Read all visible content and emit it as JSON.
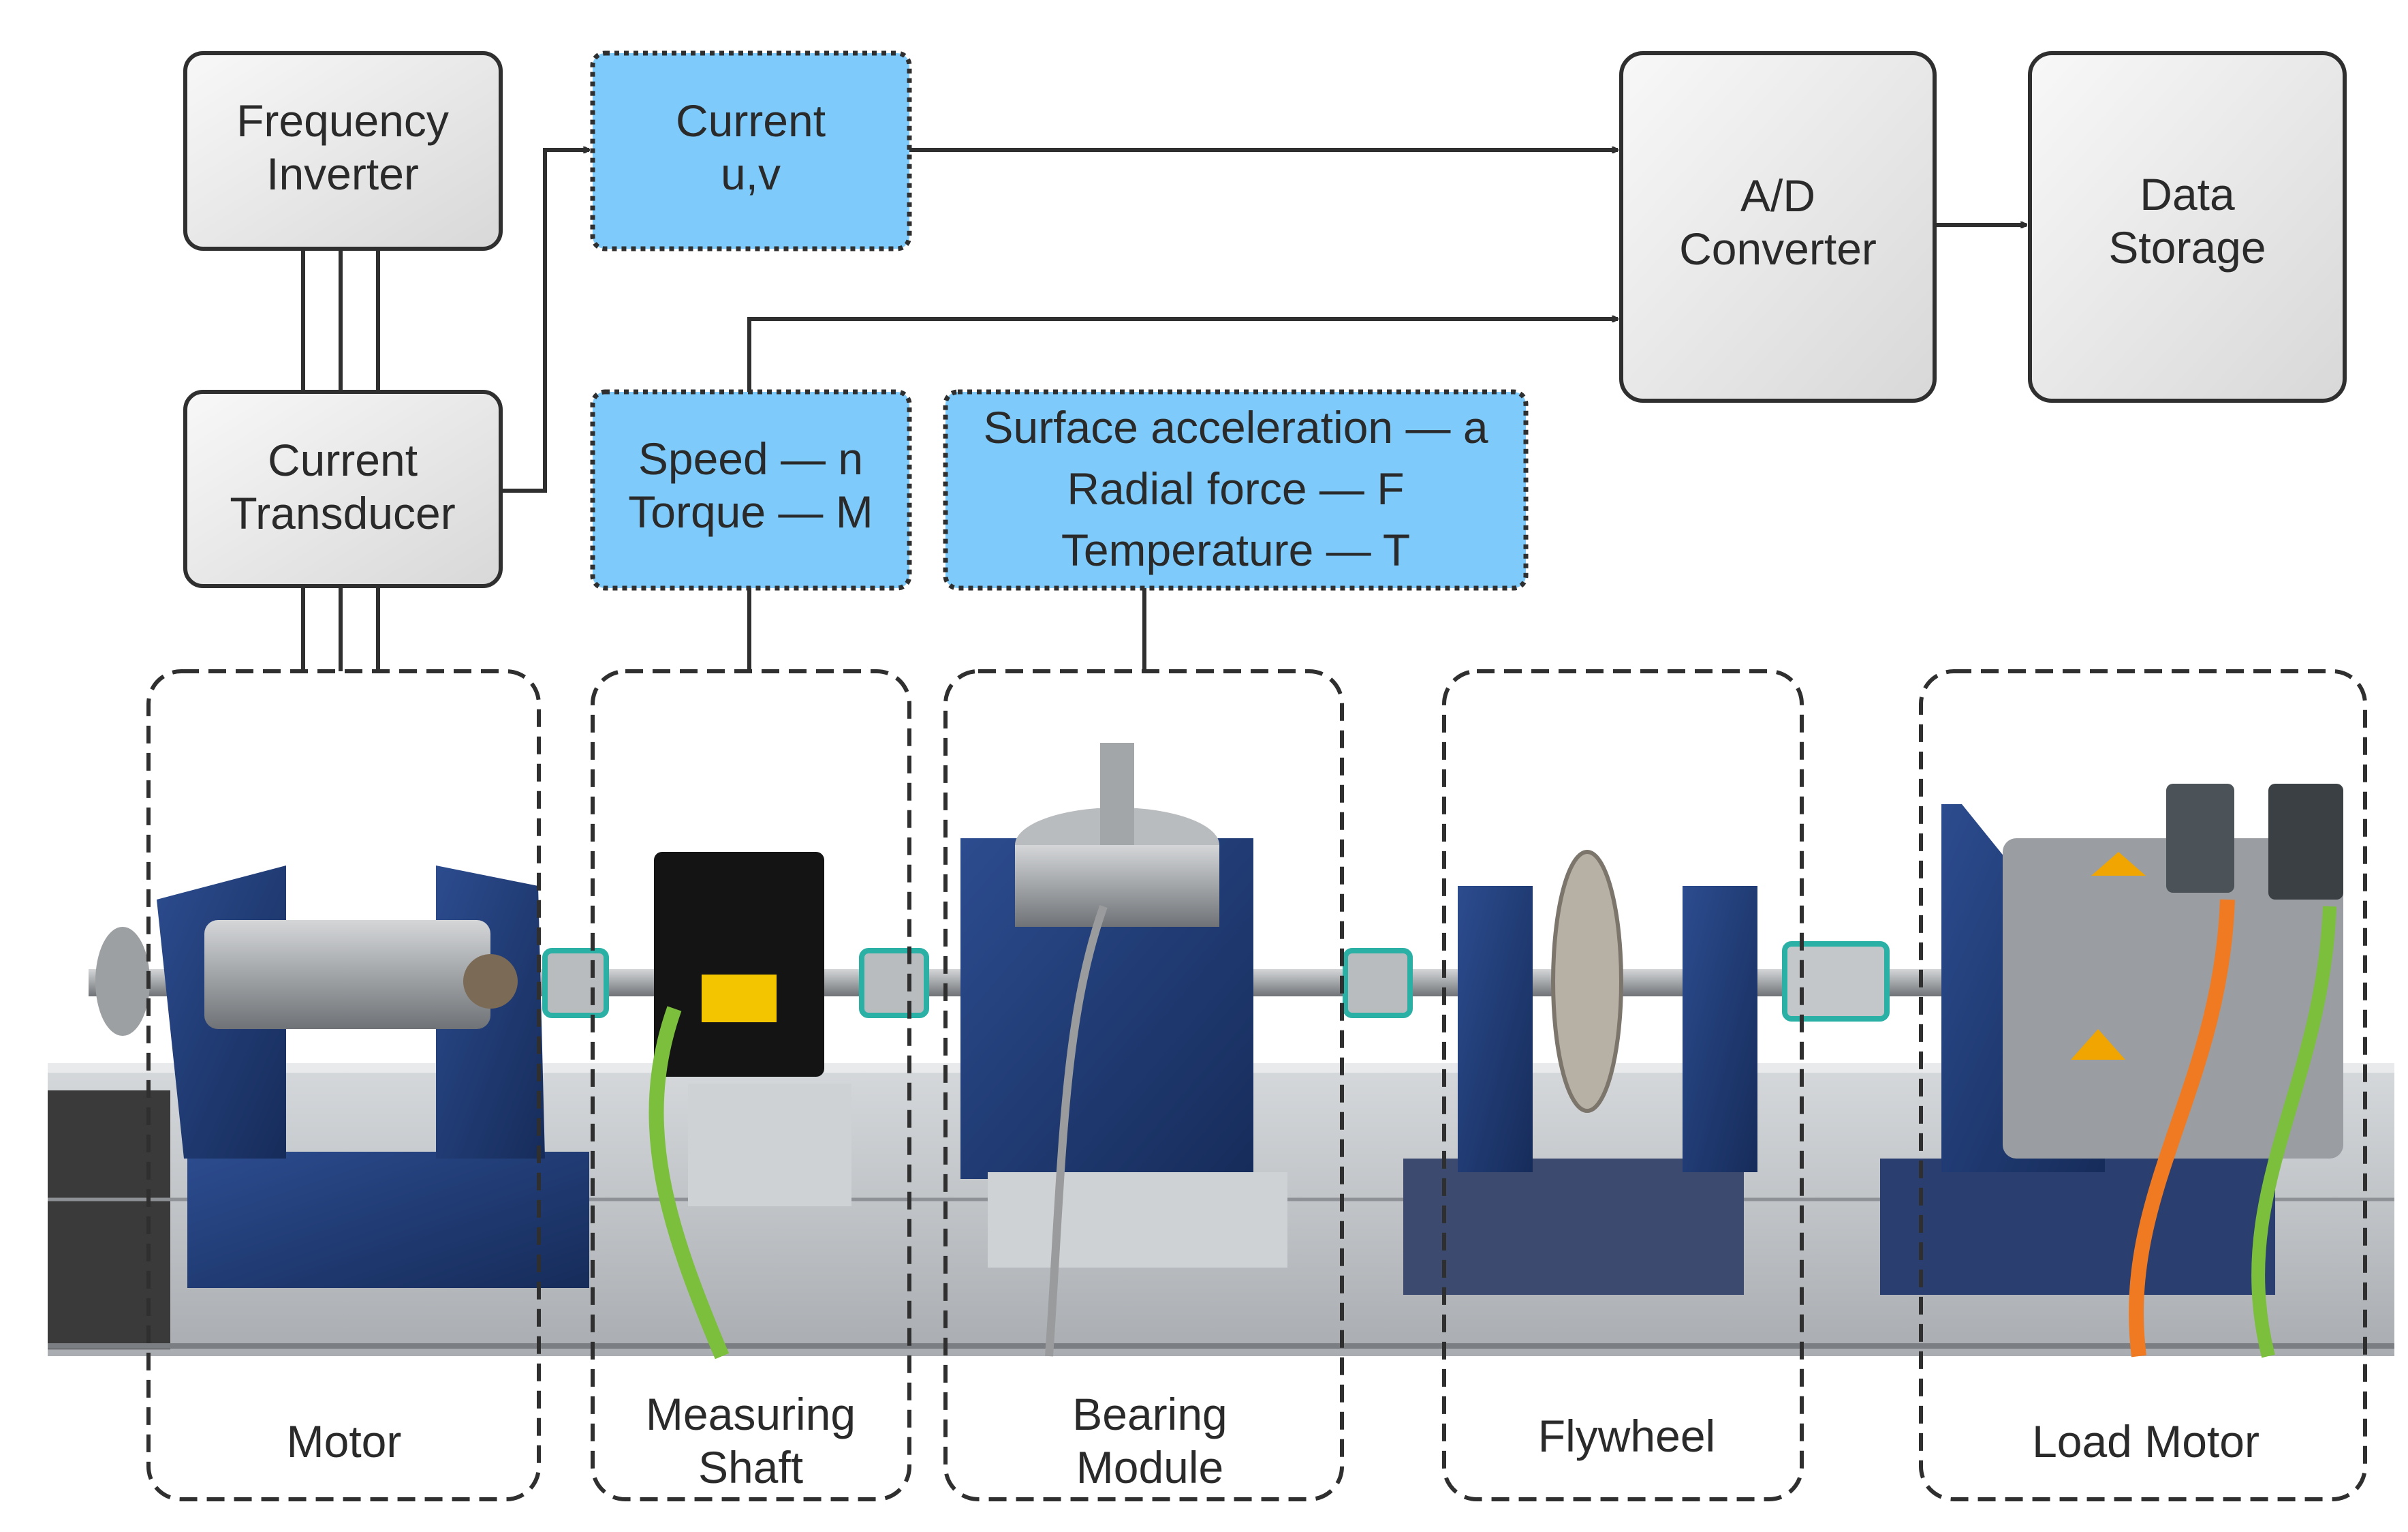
{
  "blocks": {
    "frequency_inverter": {
      "line1": "Frequency",
      "line2": "Inverter"
    },
    "current_transducer": {
      "line1": "Current",
      "line2": "Transducer"
    },
    "current_uv": {
      "line1": "Current",
      "line2": "u,v"
    },
    "ad_converter": {
      "line1": "A/D",
      "line2": "Converter"
    },
    "data_storage": {
      "line1": "Data",
      "line2": "Storage"
    },
    "speed_torque": {
      "line1": "Speed — n",
      "line2": "Torque — M"
    },
    "bearing_signals": {
      "line1": "Surface acceleration — a",
      "line2": "Radial force — F",
      "line3": "Temperature — T"
    }
  },
  "components": {
    "motor": {
      "line1": "Motor"
    },
    "measuring_shaft": {
      "line1": "Measuring",
      "line2": "Shaft"
    },
    "bearing_module": {
      "line1": "Bearing",
      "line2": "Module"
    },
    "flywheel": {
      "line1": "Flywheel"
    },
    "load_motor": {
      "line1": "Load Motor"
    }
  },
  "colors": {
    "sensor_fill": "#7ecbfb",
    "device_fill": "#ececec",
    "outline": "#2f2f2f",
    "frame_blue": "#1f3c78",
    "rail": "#bfc3c7",
    "cable_green": "#7bbf3c",
    "cable_orange": "#f07a22",
    "motor_grey": "#9a9ea3"
  }
}
